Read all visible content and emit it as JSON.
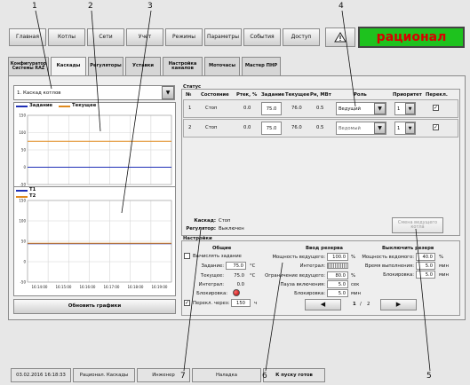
{
  "nav": {
    "buttons": [
      "Главная",
      "Котлы",
      "Сети",
      "Учет",
      "Режимы",
      "Параметры",
      "События",
      "Доступ"
    ],
    "warning_icon": "warning-triangle-icon",
    "brand": "рационал",
    "brand_color": "#1ec21e"
  },
  "tabs": [
    "Конфигуратор Системы RAZ",
    "Каскады",
    "Регуляторы",
    "Уставки",
    "Настройка каналов",
    "Моточасы",
    "Мастер ПНР"
  ],
  "cascade_select": "1. Каскад котлов",
  "chart_top": {
    "legend": [
      "Задание",
      "Текущее"
    ],
    "legend_colors": [
      "#1f2fb5",
      "#e08a1e"
    ]
  },
  "chart_bottom": {
    "legend": [
      "T1",
      "T2"
    ],
    "legend_colors": [
      "#1f2fb5",
      "#e08a1e"
    ]
  },
  "chart_data": [
    {
      "type": "line",
      "y_ticks": [
        "150",
        "100",
        "50",
        "0",
        "-50"
      ],
      "ylim": [
        -50,
        150
      ],
      "series": [
        {
          "name": "Задание",
          "values": [
            0,
            0,
            0,
            0,
            0,
            0,
            0,
            0,
            0
          ]
        },
        {
          "name": "Текущее",
          "values": [
            75,
            75,
            75,
            75,
            75,
            75,
            75,
            75,
            75
          ]
        }
      ],
      "grid": true
    },
    {
      "type": "line",
      "x_ticks": [
        "16:14:00",
        "16:15:00",
        "16:16:00",
        "16:17:00",
        "16:18:00",
        "16:19:00"
      ],
      "y_ticks": [
        "150",
        "100",
        "50",
        "0",
        "-50"
      ],
      "ylim": [
        -50,
        150
      ],
      "series": [
        {
          "name": "T1",
          "values": [
            44,
            44,
            44,
            44,
            44,
            44,
            44,
            44,
            44
          ]
        },
        {
          "name": "T2",
          "values": [
            45,
            45,
            45,
            45,
            45,
            45,
            45,
            45,
            45
          ]
        }
      ],
      "grid": true
    }
  ],
  "refresh_button": "Обновить графики",
  "status": {
    "title": "Статус",
    "headers": [
      "№",
      "Состояние",
      "Ртек, %",
      "Задание",
      "Текущее",
      "Рн, МВт",
      "Роль",
      "Приоритет",
      "Перекл."
    ],
    "rows": [
      {
        "n": "1",
        "state": "Стоп",
        "ptek": "0.0",
        "zadanie": "75.0",
        "tekushee": "76.0",
        "pn": "0.5",
        "role": "Ведущий",
        "priority": "1",
        "switch": "✓"
      },
      {
        "n": "2",
        "state": "Стоп",
        "ptek": "0.0",
        "zadanie": "75.0",
        "tekushee": "76.0",
        "pn": "0.5",
        "role": "Ведомый",
        "priority": "1",
        "switch": "✓"
      }
    ]
  },
  "cascade_status": {
    "cascade_label": "Каскад:",
    "cascade_value": "Стоп",
    "regulator_label": "Регулятор:",
    "regulator_value": "Выключен"
  },
  "change_leader_button": "Смена ведущего котла",
  "settings": {
    "title": "Настройки",
    "general": {
      "title": "Общие",
      "calc_label": "Вычислять задание",
      "zadanie_label": "Задание:",
      "zadanie_value": "75.0",
      "zadanie_unit": "°C",
      "tekushee_label": "Текущее:",
      "tekushee_value": "75.0",
      "tekushee_unit": "°C",
      "integral_label": "Интеграл:",
      "integral_value": "0.0",
      "block_label": "Блокировка:",
      "switch_label": "Перекл. через:",
      "switch_value": "150",
      "switch_unit": "ч"
    },
    "reserve_in": {
      "title": "Ввод резерва",
      "power_label": "Мощность ведущего:",
      "power_value": "100.0",
      "power_unit": "%",
      "integral_label": "Интеграл:",
      "limit_label": "Ограничение ведущего:",
      "limit_value": "80.0",
      "limit_unit": "%",
      "pause_label": "Пауза включения:",
      "pause_value": "5.0",
      "pause_unit": "сек",
      "block_label": "Блокировка:",
      "block_value": "5.0",
      "block_unit": "мин"
    },
    "reserve_out": {
      "title": "Выключить резерв",
      "power_label": "Мощность ведомого:",
      "power_value": "40.0",
      "power_unit": "%",
      "time_label": "Время выполнения:",
      "time_value": "5.0",
      "time_unit": "мин",
      "block_label": "Блокировка:",
      "block_value": "5.0",
      "block_unit": "мин"
    }
  },
  "pagination": {
    "current": "1",
    "sep": "/",
    "total": "2"
  },
  "statusbar": [
    "03.02.2016 16:18:33",
    "Рационал. Каскады",
    "Инженер",
    "Наладка",
    "К пуску готов"
  ],
  "callouts": [
    "1",
    "2",
    "3",
    "4",
    "5",
    "6",
    "7"
  ]
}
